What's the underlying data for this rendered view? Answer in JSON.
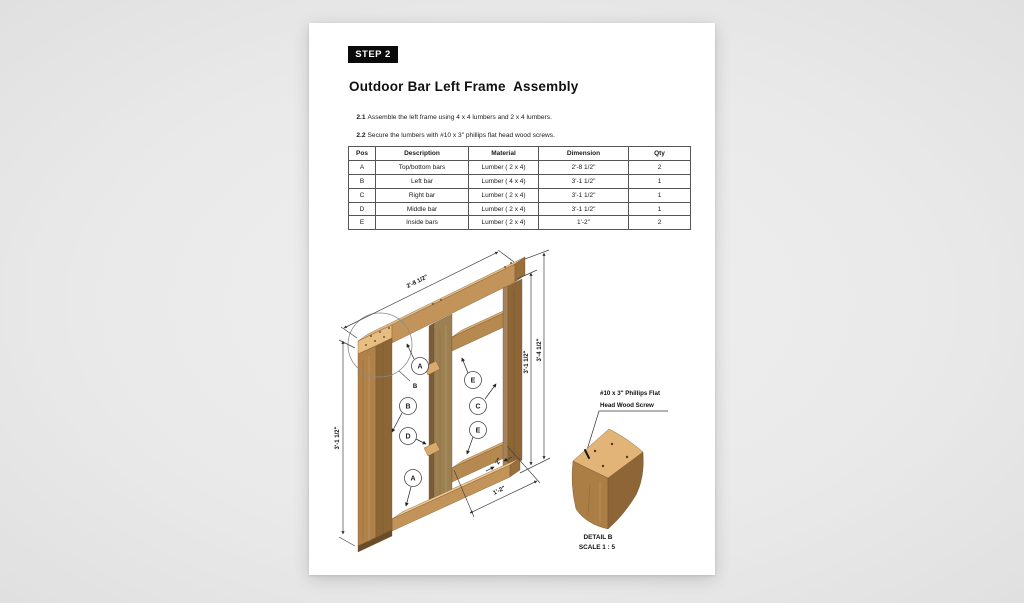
{
  "header": {
    "step_badge": "STEP 2",
    "title": "Outdoor Bar Left Frame  Assembly",
    "badge_bg": "#0a0a0a"
  },
  "instructions": [
    {
      "num": "2.1",
      "text": "Assemble the left frame using 4 x 4 lumbers and 2 x 4 lumbers."
    },
    {
      "num": "2.2",
      "text": "Secure the lumbers with #10 x 3\" phillips flat head wood screws."
    }
  ],
  "parts_table": {
    "headers": [
      "Pos",
      "Description",
      "Material",
      "Dimension",
      "Qty"
    ],
    "rows": [
      [
        "A",
        "Top/bottom bars",
        "Lumber ( 2 x 4)",
        "2'-8 1/2\"",
        "2"
      ],
      [
        "B",
        "Left bar",
        "Lumber ( 4 x 4)",
        "3'-1 1/2\"",
        "1"
      ],
      [
        "C",
        "Right bar",
        "Lumber ( 2 x 4)",
        "3'-1 1/2\"",
        "1"
      ],
      [
        "D",
        "Middle bar",
        "Lumber ( 2 x 4)",
        "3'-1 1/2\"",
        "1"
      ],
      [
        "E",
        "Inside bars",
        "Lumber ( 2 x 4)",
        "1'-2\"",
        "2"
      ]
    ]
  },
  "diagram": {
    "dimensions": {
      "top_width": "2'-8 1/2\"",
      "left_height": "3'-1 1/2\"",
      "right_inner": "3'-1 1/2\"",
      "right_outer": "3'-4 1/2\"",
      "bottom_inset": "1'-2\"",
      "small_offset": "2\""
    },
    "balloons": {
      "top_bar": "A",
      "left_bar": "B",
      "right_bar": "C",
      "middle_bar": "D",
      "inside_upper": "E",
      "inside_lower": "E",
      "bottom_bar": "A"
    },
    "detail_marker": "B",
    "colors": {
      "wood_top": "#e8bd82",
      "wood_front": "#c2945a",
      "wood_side": "#8d6636",
      "wood_light_top": "#ecc68c",
      "wood_mid": "#9d8052",
      "wood_dark": "#7a5c38",
      "line": "#333333"
    }
  },
  "detail_view": {
    "callout_line1": "#10 x 3\" Phillips Flat",
    "callout_line2": "Head Wood Screw",
    "name": "DETAIL B",
    "scale": "SCALE 1 : 5"
  }
}
